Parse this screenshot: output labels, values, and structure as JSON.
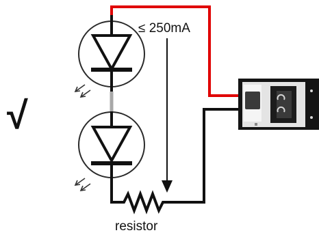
{
  "status": {
    "check_mark": "√",
    "check_color": "#1db34f"
  },
  "current": {
    "label": "≤ 250mA"
  },
  "resistor": {
    "label": "resistor"
  },
  "wires": {
    "positive_color": "#e00000",
    "negative_color": "#111111",
    "link_color": "#a8a8a8"
  },
  "components": {
    "leds": [
      {
        "name": "led-1",
        "symbol": "diode-icon",
        "indicator": "light-emission-icon"
      },
      {
        "name": "led-2",
        "symbol": "diode-icon",
        "indicator": "light-emission-icon"
      }
    ],
    "connector": {
      "symbol": "connector-icon"
    }
  }
}
